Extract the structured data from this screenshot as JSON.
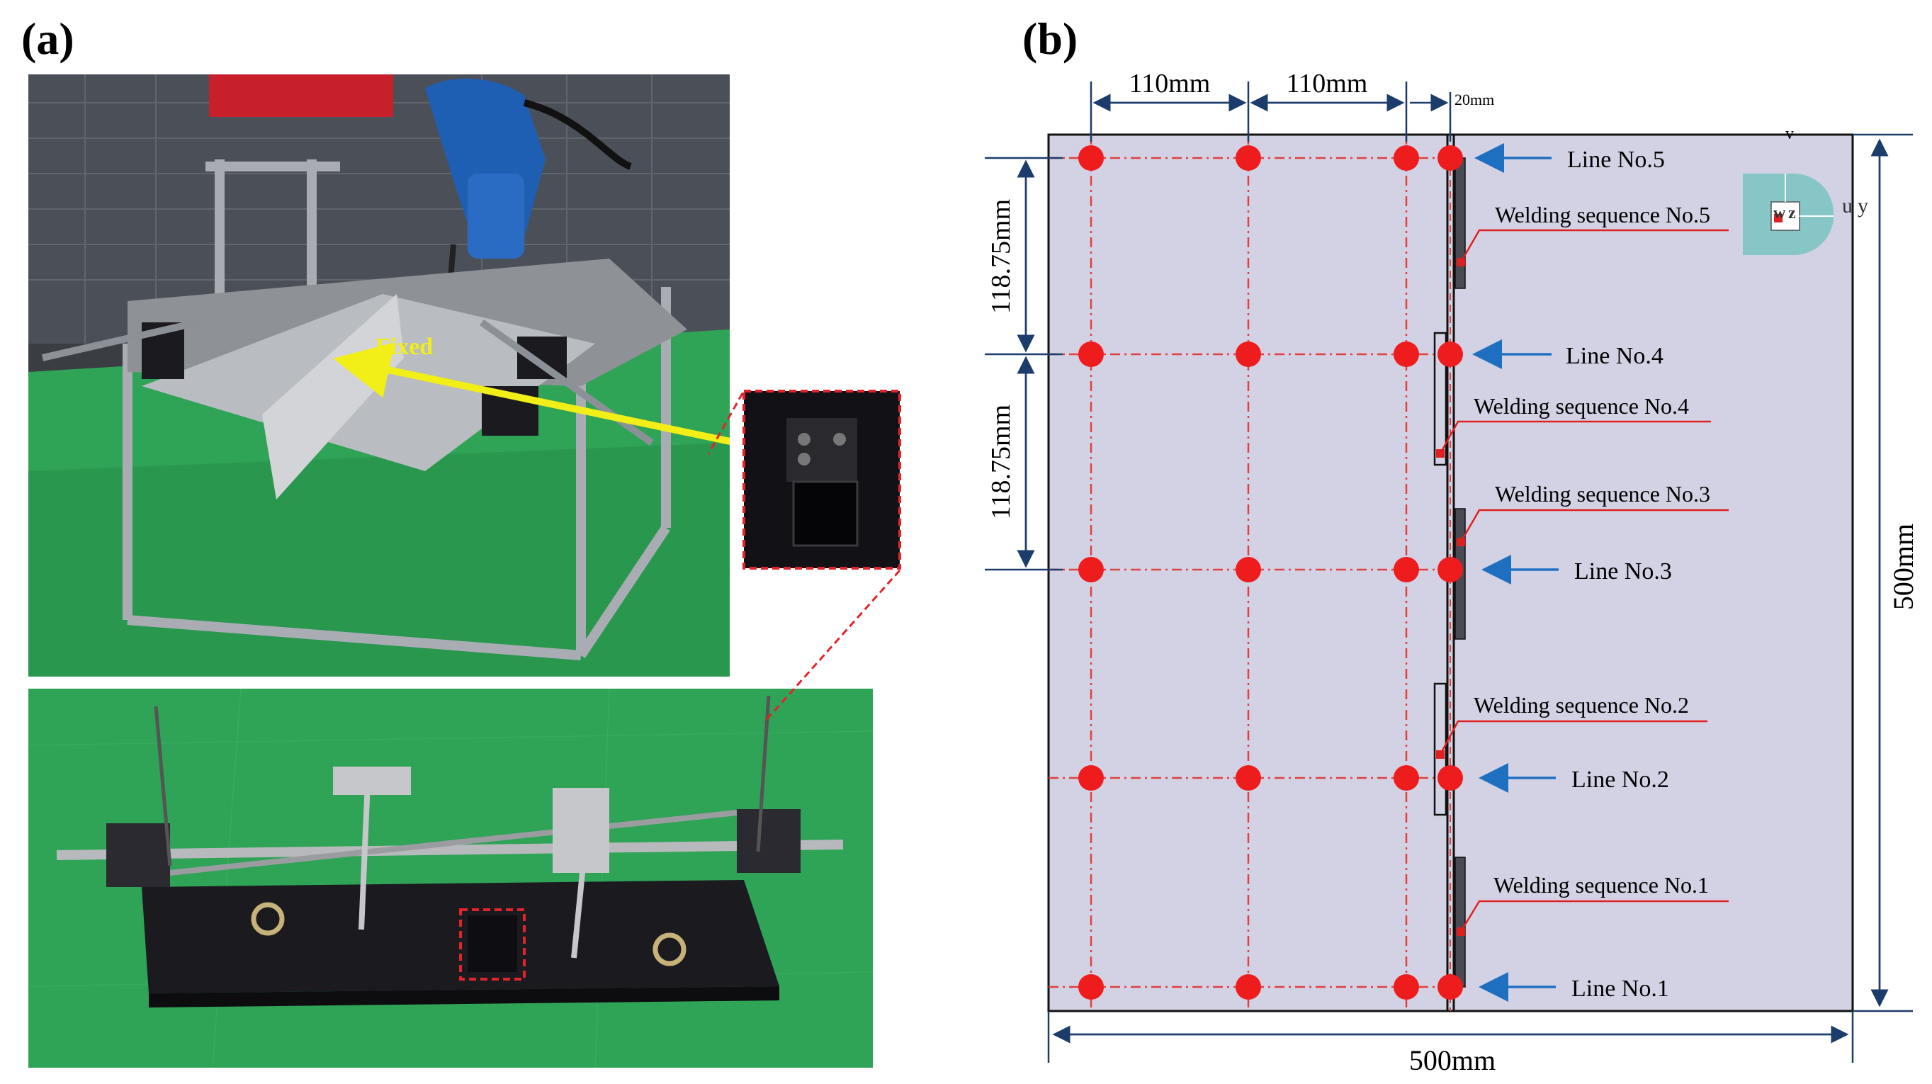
{
  "panel_a": {
    "label": "(a)",
    "fixed_label": "Fixed",
    "colors": {
      "floor": "#2fa356",
      "arrow": "#f2ee17",
      "callout": "#e3242b",
      "robot": "#1f5fb3",
      "fixture": "#1a1a1f",
      "plate": "#b9bcc0"
    }
  },
  "panel_b": {
    "label": "(b)",
    "dims": {
      "top_left": "110mm",
      "top_mid": "110mm",
      "top_right": "20mm",
      "left_upper": "118.75mm",
      "left_lower": "118.75mm",
      "right": "500mm",
      "bottom": "500mm"
    },
    "lines": [
      "Line No.5",
      "Line No.4",
      "Line No.3",
      "Line No.2",
      "Line No.1"
    ],
    "sequences": [
      "Welding sequence No.5",
      "Welding sequence No.4",
      "Welding sequence No.3",
      "Welding sequence No.2",
      "Welding sequence No.1"
    ],
    "axis": {
      "v": "v",
      "w": "w",
      "z": "z",
      "u": "u",
      "y": "y"
    },
    "colors": {
      "plate": "#d3d2e4",
      "point": "#ee1c1c",
      "dash": "#e04040",
      "dimension": "#1c3c6c",
      "line_arrow": "#1f6fc0",
      "label_line": "#e02020",
      "weld": "#4a4a55",
      "axis_icon": "#86c6c6"
    }
  }
}
